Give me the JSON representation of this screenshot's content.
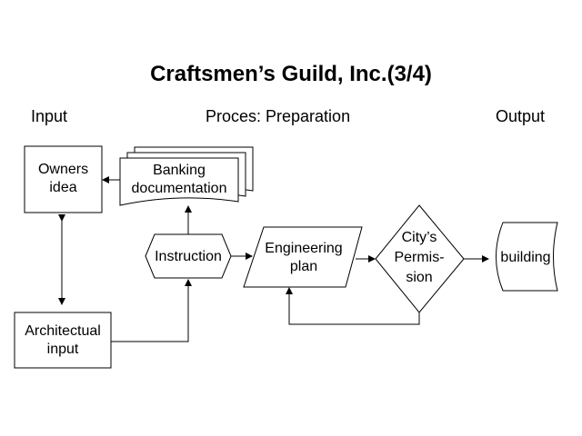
{
  "title": "Craftsmen’s Guild, Inc.(3/4)",
  "columns": {
    "input": "Input",
    "process": "Proces: Preparation",
    "output": "Output"
  },
  "nodes": {
    "owners_idea": "Owners\nidea",
    "banking_documentation": "Banking\ndocumentation",
    "instruction": "Instruction",
    "engineering_plan": "Engineering\nplan",
    "citys_permission": "City’s\nPermis-\nsion",
    "building": "building",
    "architectural_input": "Architectual\ninput"
  }
}
